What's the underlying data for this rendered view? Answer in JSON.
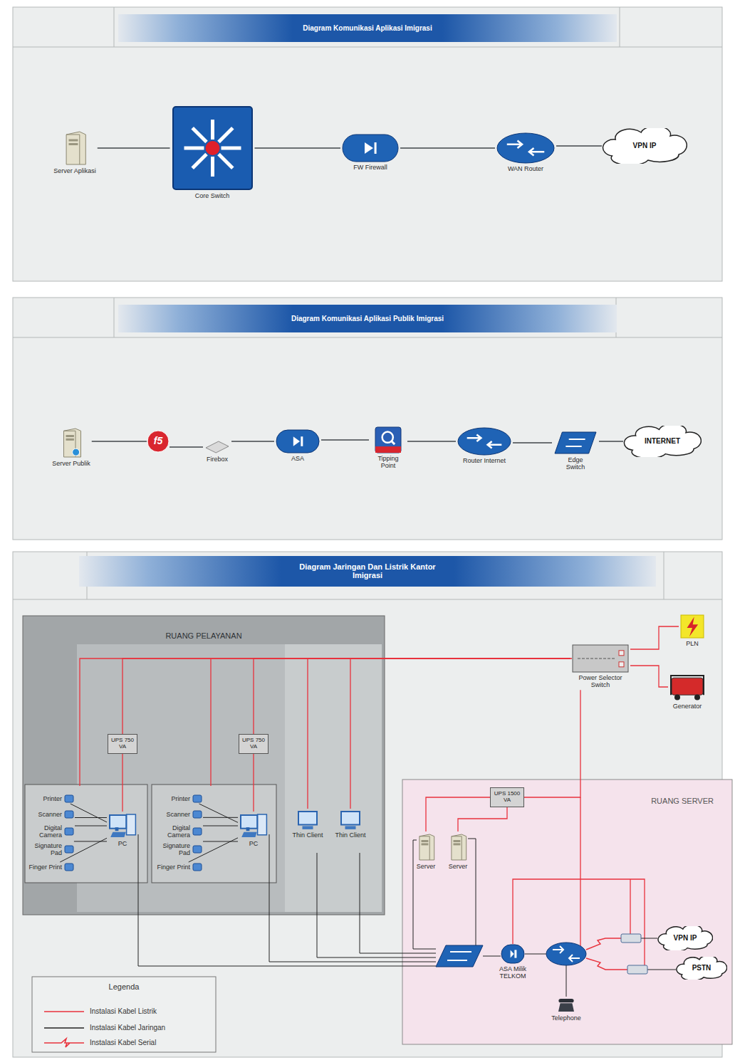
{
  "diagram": {
    "nodes": [
      {
        "text": [
          "Diagram Komunikasi Aplikasi Imigrasi"
        ]
      },
      {
        "text": [
          "Server Aplikasi"
        ],
        "in": 0
      },
      {
        "text": [
          "Core Switch"
        ],
        "in": 0
      },
      {
        "text": [
          "FW Firewall"
        ],
        "in": 0
      },
      {
        "text": [
          "WAN Router"
        ],
        "in": 0
      },
      {
        "text": [
          "VPN IP"
        ],
        "in": 0
      },
      {
        "text": [
          "Diagram Komunikasi Aplikasi Publik Imigrasi"
        ]
      },
      {
        "text": [
          "Server Publik"
        ],
        "in": 6
      },
      {
        "text": [
          "f5"
        ],
        "in": 6
      },
      {
        "text": [
          "Firebox"
        ],
        "in": 6
      },
      {
        "text": [
          "ASA"
        ],
        "in": 6
      },
      {
        "text": [
          "Tipping Point"
        ],
        "in": 6
      },
      {
        "text": [
          "Router Internet"
        ],
        "in": 6
      },
      {
        "text": [
          "Edge Switch"
        ],
        "in": 6
      },
      {
        "text": [
          "INTERNET"
        ],
        "in": 6
      },
      {
        "text": [
          "Diagram Jaringan Dan Listrik Kantor Imigrasi"
        ]
      },
      {
        "text": [
          "RUANG PELAYANAN"
        ],
        "in": 15
      },
      {
        "text": [
          "UPS 750 VA"
        ],
        "in": 16
      },
      {
        "text": [
          "UPS 750 VA"
        ],
        "in": 16
      },
      {
        "text": [
          "Printer"
        ],
        "in": 16
      },
      {
        "text": [
          "Scanner"
        ],
        "in": 16
      },
      {
        "text": [
          "Digital Camera"
        ],
        "in": 16
      },
      {
        "text": [
          "Signature Pad"
        ],
        "in": 16
      },
      {
        "text": [
          "Finger Print"
        ],
        "in": 16
      },
      {
        "text": [
          "PC"
        ],
        "in": 16
      },
      {
        "text": [
          "Printer"
        ],
        "in": 16
      },
      {
        "text": [
          "Scanner"
        ],
        "in": 16
      },
      {
        "text": [
          "Digital Camera"
        ],
        "in": 16
      },
      {
        "text": [
          "Signature Pad"
        ],
        "in": 16
      },
      {
        "text": [
          "Finger Print"
        ],
        "in": 16
      },
      {
        "text": [
          "PC"
        ],
        "in": 16
      },
      {
        "text": [
          "Thin Client"
        ],
        "in": 16
      },
      {
        "text": [
          "Thin Client"
        ],
        "in": 16
      },
      {
        "text": [
          "Power Selector Switch"
        ],
        "in": 15
      },
      {
        "text": [
          "PLN"
        ],
        "in": 15
      },
      {
        "text": [
          "Generator"
        ],
        "in": 15
      },
      {
        "text": [
          "RUANG SERVER"
        ],
        "in": 15
      },
      {
        "text": [
          "UPS 1500 VA"
        ],
        "in": 36
      },
      {
        "text": [
          "Server"
        ],
        "in": 36
      },
      {
        "text": [
          "Server"
        ],
        "in": 36
      },
      {
        "text": [
          "ASA Milik TELKOM"
        ],
        "in": 36
      },
      {
        "text": [
          "VPN IP"
        ],
        "in": 36
      },
      {
        "text": [
          "PSTN"
        ],
        "in": 36
      },
      {
        "text": [
          "Telephone"
        ],
        "in": 36
      }
    ],
    "edges": [
      {
        "from": 1,
        "to": 2,
        "arrow": "none"
      },
      {
        "from": 2,
        "to": 3,
        "arrow": "none"
      },
      {
        "from": 3,
        "to": 4,
        "arrow": "none"
      },
      {
        "from": 4,
        "to": 5,
        "arrow": "none"
      },
      {
        "from": 7,
        "to": 8,
        "arrow": "none"
      },
      {
        "from": 8,
        "to": 9,
        "arrow": "none"
      },
      {
        "from": 9,
        "to": 10,
        "arrow": "none"
      },
      {
        "from": 10,
        "to": 11,
        "arrow": "none"
      },
      {
        "from": 11,
        "to": 12,
        "arrow": "none"
      },
      {
        "from": 12,
        "to": 13,
        "arrow": "none"
      },
      {
        "from": 13,
        "to": 14,
        "arrow": "none"
      },
      {
        "from": 19,
        "to": 24,
        "arrow": "none"
      },
      {
        "from": 20,
        "to": 24,
        "arrow": "none"
      },
      {
        "from": 21,
        "to": 24,
        "arrow": "none"
      },
      {
        "from": 22,
        "to": 24,
        "arrow": "none"
      },
      {
        "from": 23,
        "to": 24,
        "arrow": "none"
      },
      {
        "from": 25,
        "to": 30,
        "arrow": "none"
      },
      {
        "from": 26,
        "to": 30,
        "arrow": "none"
      },
      {
        "from": 27,
        "to": 30,
        "arrow": "none"
      },
      {
        "from": 28,
        "to": 30,
        "arrow": "none"
      },
      {
        "from": 29,
        "to": 30,
        "arrow": "none"
      },
      {
        "from": 34,
        "to": 33,
        "arrow": "none"
      },
      {
        "from": 35,
        "to": 33,
        "arrow": "none"
      },
      {
        "from": 33,
        "to": 17,
        "arrow": "none"
      },
      {
        "from": 33,
        "to": 18,
        "arrow": "none"
      },
      {
        "from": 17,
        "to": 24,
        "arrow": "none"
      },
      {
        "from": 18,
        "to": 30,
        "arrow": "none"
      },
      {
        "from": 33,
        "to": 31,
        "arrow": "none"
      },
      {
        "from": 33,
        "to": 32,
        "arrow": "none"
      },
      {
        "from": 33,
        "to": 37,
        "arrow": "none"
      },
      {
        "from": 37,
        "to": 38,
        "arrow": "none"
      },
      {
        "from": 37,
        "to": 39,
        "arrow": "none"
      }
    ],
    "labels": [
      "Legenda"
    ],
    "legend": [
      {
        "text": "Instalasi Kabel Listrik"
      },
      {
        "text": "Instalasi Kabel Jaringan"
      },
      {
        "text": "Instalasi Kabel Serial"
      }
    ]
  }
}
